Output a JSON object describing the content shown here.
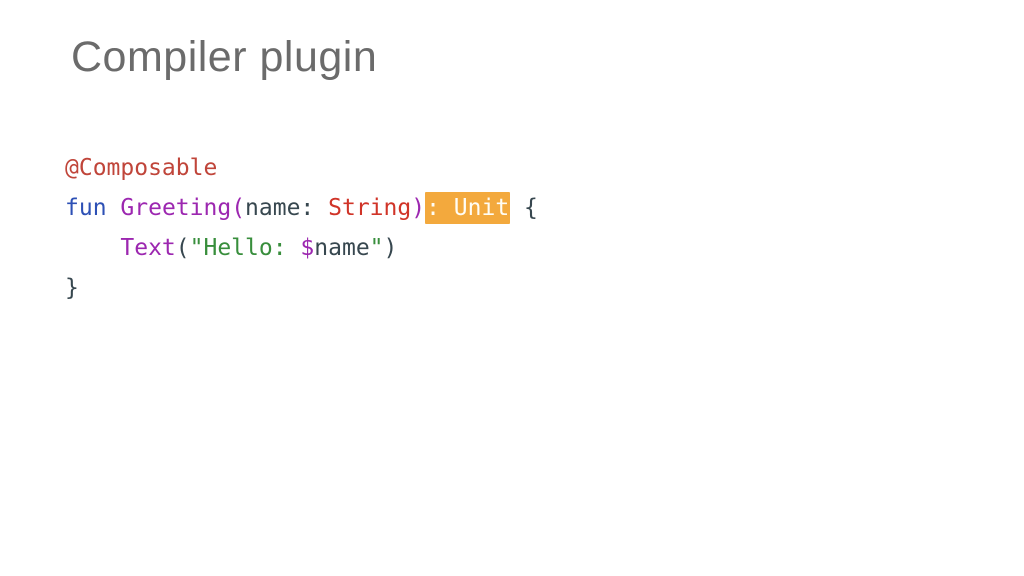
{
  "slide": {
    "title": "Compiler plugin",
    "background": "#ffffff"
  },
  "palette": {
    "title": "#6b6b6b",
    "annotation": "#c0453a",
    "keyword": "#2d50b5",
    "function": "#9c27b0",
    "type": "#d03428",
    "string": "#388e3c",
    "plain": "#37474f",
    "highlight_bg": "#f3a93d",
    "highlight_text": "#fffdf5"
  },
  "code": {
    "language": "kotlin",
    "highlighted_fragment": ": Unit",
    "plain_text": "@Composable\nfun Greeting(name: String): Unit {\n    Text(\"Hello: $name\")\n}",
    "lines": [
      {
        "tokens": [
          {
            "t": "@Composable",
            "c": "annotation"
          }
        ]
      },
      {
        "tokens": [
          {
            "t": "fun",
            "c": "keyword"
          },
          {
            "t": " ",
            "c": "plain"
          },
          {
            "t": "Greeting",
            "c": "function"
          },
          {
            "t": "(",
            "c": "function"
          },
          {
            "t": "name: ",
            "c": "plain"
          },
          {
            "t": "String",
            "c": "type"
          },
          {
            "t": ")",
            "c": "function"
          },
          {
            "t": ": Unit",
            "c": "highlight"
          },
          {
            "t": " {",
            "c": "plain"
          }
        ]
      },
      {
        "tokens": [
          {
            "t": "    ",
            "c": "plain"
          },
          {
            "t": "Text",
            "c": "function"
          },
          {
            "t": "(",
            "c": "plain"
          },
          {
            "t": "\"Hello: ",
            "c": "string"
          },
          {
            "t": "$",
            "c": "template"
          },
          {
            "t": "name",
            "c": "plain"
          },
          {
            "t": "\"",
            "c": "string"
          },
          {
            "t": ")",
            "c": "plain"
          }
        ]
      },
      {
        "tokens": [
          {
            "t": "}",
            "c": "plain"
          }
        ]
      }
    ]
  }
}
